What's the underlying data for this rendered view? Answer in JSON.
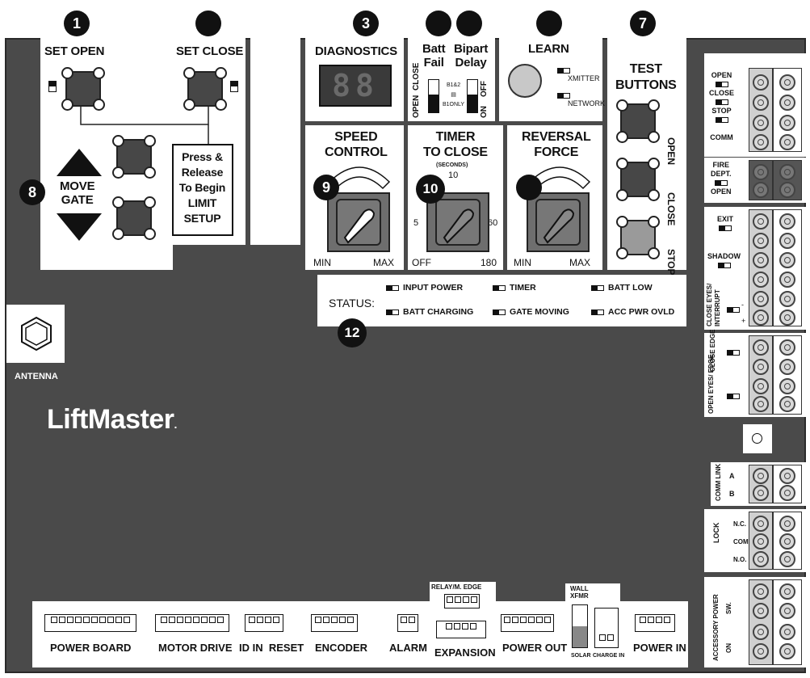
{
  "bullets": [
    "1",
    "3",
    "7",
    "8",
    "9",
    "10",
    "12"
  ],
  "set_open": "SET OPEN",
  "set_close": "SET CLOSE",
  "move_gate": [
    "MOVE",
    "GATE"
  ],
  "limit_setup": [
    "Press &",
    "Release",
    "To Begin",
    "LIMIT",
    "SETUP"
  ],
  "diagnostics": {
    "title": "DIAGNOSTICS",
    "display": "88"
  },
  "batt_fail": {
    "title": [
      "Batt",
      "Fail"
    ],
    "labels": [
      "OPEN",
      "CLOSE"
    ],
    "switch_labels": [
      "B1&2",
      "B1ONLY"
    ]
  },
  "bipart_delay": {
    "title": [
      "Bipart",
      "Delay"
    ],
    "labels": [
      "ON",
      "OFF"
    ]
  },
  "learn": {
    "title": "LEARN",
    "xmitter": "XMITTER",
    "network": "NETWORK"
  },
  "test_buttons": {
    "title": [
      "TEST",
      "BUTTONS"
    ],
    "buttons": [
      "OPEN",
      "CLOSE",
      "STOP"
    ]
  },
  "speed_control": {
    "title": [
      "SPEED",
      "CONTROL"
    ],
    "min": "MIN",
    "max": "MAX"
  },
  "timer_to_close": {
    "title": [
      "TIMER",
      "TO CLOSE"
    ],
    "sub": "(SECONDS)",
    "top": "10",
    "left": "5",
    "right": "60",
    "off": "OFF",
    "max": "180"
  },
  "reversal_force": {
    "title": [
      "REVERSAL",
      "FORCE"
    ],
    "min": "MIN",
    "max": "MAX"
  },
  "status": {
    "label": "STATUS:",
    "items": [
      "INPUT POWER",
      "TIMER",
      "BATT LOW",
      "BATT CHARGING",
      "GATE MOVING",
      "ACC PWR OVLD"
    ]
  },
  "antenna": "ANTENNA",
  "brand": "LiftMaster",
  "brand_mark": ".",
  "terminals": {
    "group1": [
      "OPEN",
      "CLOSE",
      "STOP",
      "COMM"
    ],
    "fire": [
      "FIRE",
      "DEPT.",
      "OPEN"
    ],
    "exit": "EXIT",
    "shadow": "SHADOW",
    "close_eyes": "CLOSE EYES/ INTERRUPT",
    "close_edge": "CLOSE EDGE",
    "open_eyes": "OPEN EYES/ EDGE",
    "comm_link": "COMM LINK",
    "comm_ab": [
      "A",
      "B"
    ],
    "lock": "LOCK",
    "lock_pins": [
      "N.C.",
      "COM",
      "N.O."
    ],
    "accessory": "ACCESSORY POWER",
    "acc_labels": [
      "SW.",
      "ON"
    ],
    "polarity": [
      "-",
      "+"
    ]
  },
  "connectors": {
    "power_board": "POWER BOARD",
    "motor_drive": "MOTOR DRIVE",
    "id_in_reset": "ID IN  RESET",
    "encoder": "ENCODER",
    "alarm": "ALARM",
    "relay": "RELAY/M. EDGE",
    "expansion": "EXPANSION",
    "power_out": "POWER OUT",
    "wall_xfmr": [
      "WALL",
      "XFMR"
    ],
    "solar": "SOLAR",
    "charge_in": "CHARGE IN",
    "power_in": "POWER IN"
  }
}
